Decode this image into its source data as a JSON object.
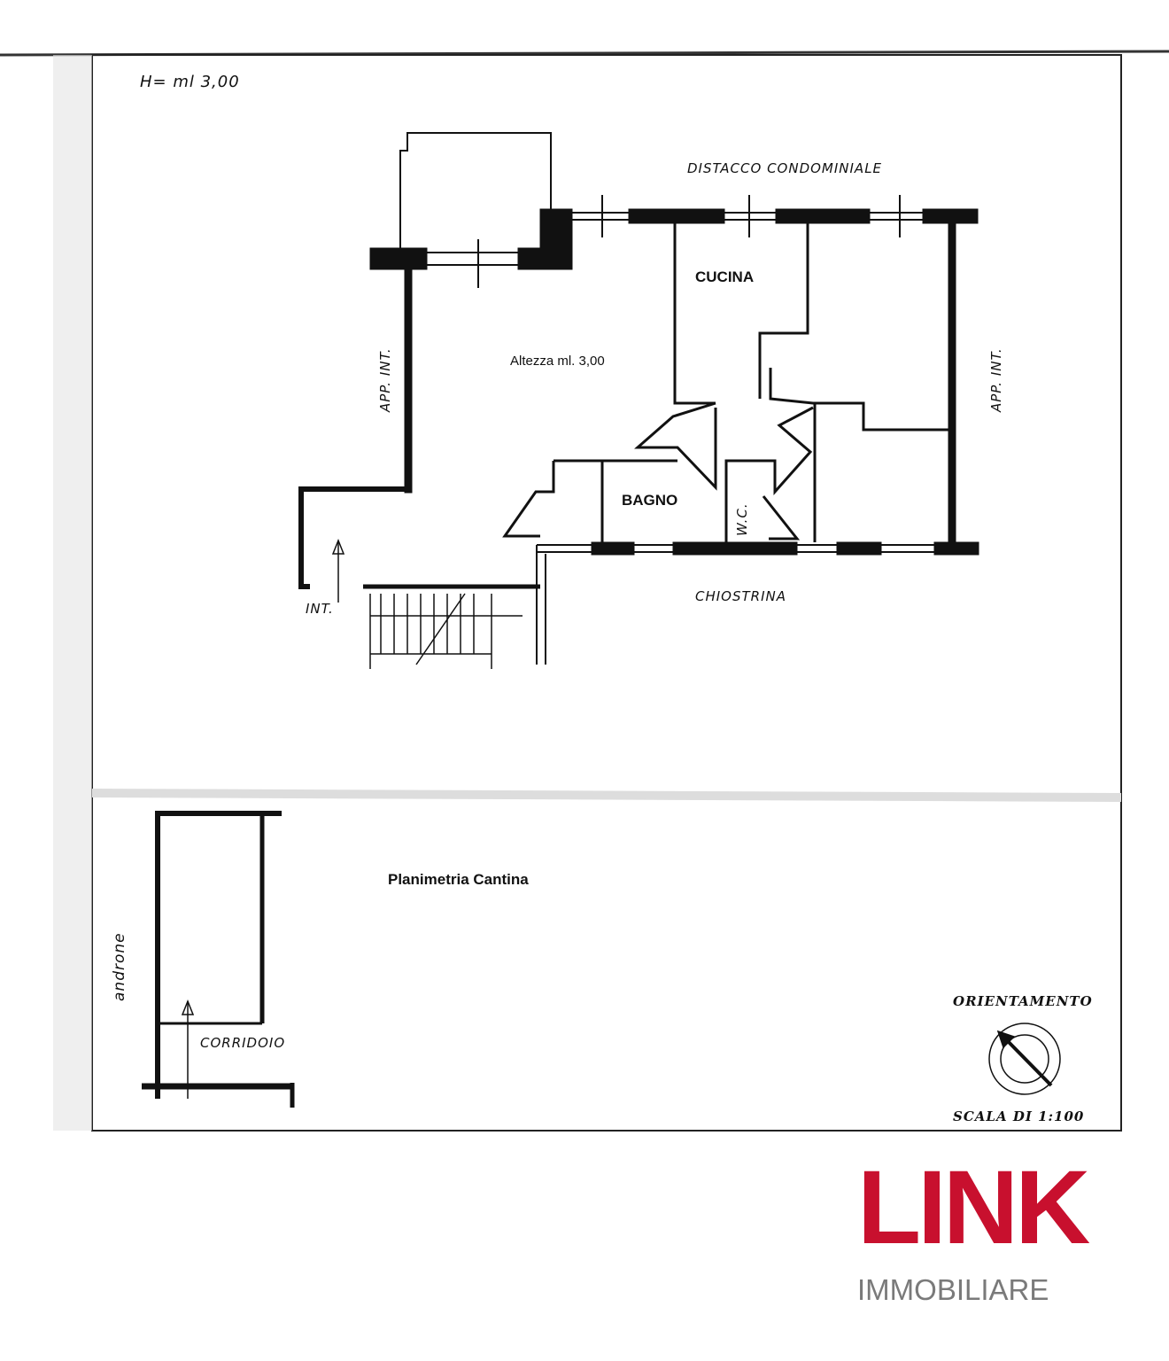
{
  "plan": {
    "height_note": "H= ml 3,00",
    "distacco": "DISTACCO CONDOMINIALE",
    "cucina": "CUCINA",
    "altezza": "Altezza ml. 3,00",
    "app_int_left": "APP. INT.",
    "app_int_right": "APP. INT.",
    "bagno": "BAGNO",
    "wc": "W.C.",
    "int": "INT.",
    "chiostrina": "CHIOSTRINA"
  },
  "cantina": {
    "title": "Planimetria Cantina",
    "androne": "androne",
    "corridoio": "CORRIDOIO"
  },
  "legend": {
    "orientamento": "ORIENTAMENTO",
    "scala": "SCALA DI 1:100"
  },
  "logo": {
    "brand": "LINK",
    "sub": "IMMOBILIARE",
    "brand_color": "#c8102e"
  }
}
